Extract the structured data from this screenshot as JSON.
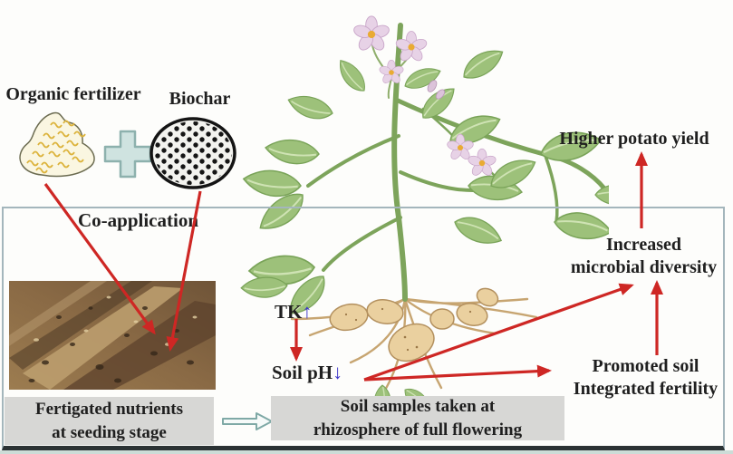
{
  "palette": {
    "arrow_red": "#ce2724",
    "arrow_blue": "#3d36c9",
    "panel_border": "#a4b6bc",
    "panel_border_bottom": "#2b3234",
    "box_gray": "#d7d7d5",
    "plus_fill": "#cfe3e0",
    "plus_stroke": "#8db1ad",
    "flow_arrow_stroke": "#7fa9a6",
    "text_dark": "#1f1f1f"
  },
  "top_left": {
    "organic_fertilizer_label": "Organic fertilizer",
    "biochar_label": "Biochar",
    "co_application_label": "Co-application"
  },
  "boxes": {
    "fertigated": {
      "line1": "Fertigated nutrients",
      "line2": "at seeding stage"
    },
    "soil_samples": {
      "line1": "Soil samples taken  at",
      "line2": "rhizosphere of full flowering"
    }
  },
  "soil_indicators": {
    "tk_label": "TK",
    "tk_arrow": "↑",
    "soil_ph_label": "Soil pH",
    "soil_ph_arrow": "↓"
  },
  "outcomes": {
    "higher_yield": "Higher potato yield",
    "increased_line1": "Increased",
    "increased_line2": "microbial diversity",
    "promoted_line1": "Promoted soil",
    "promoted_line2": "Integrated fertility"
  }
}
